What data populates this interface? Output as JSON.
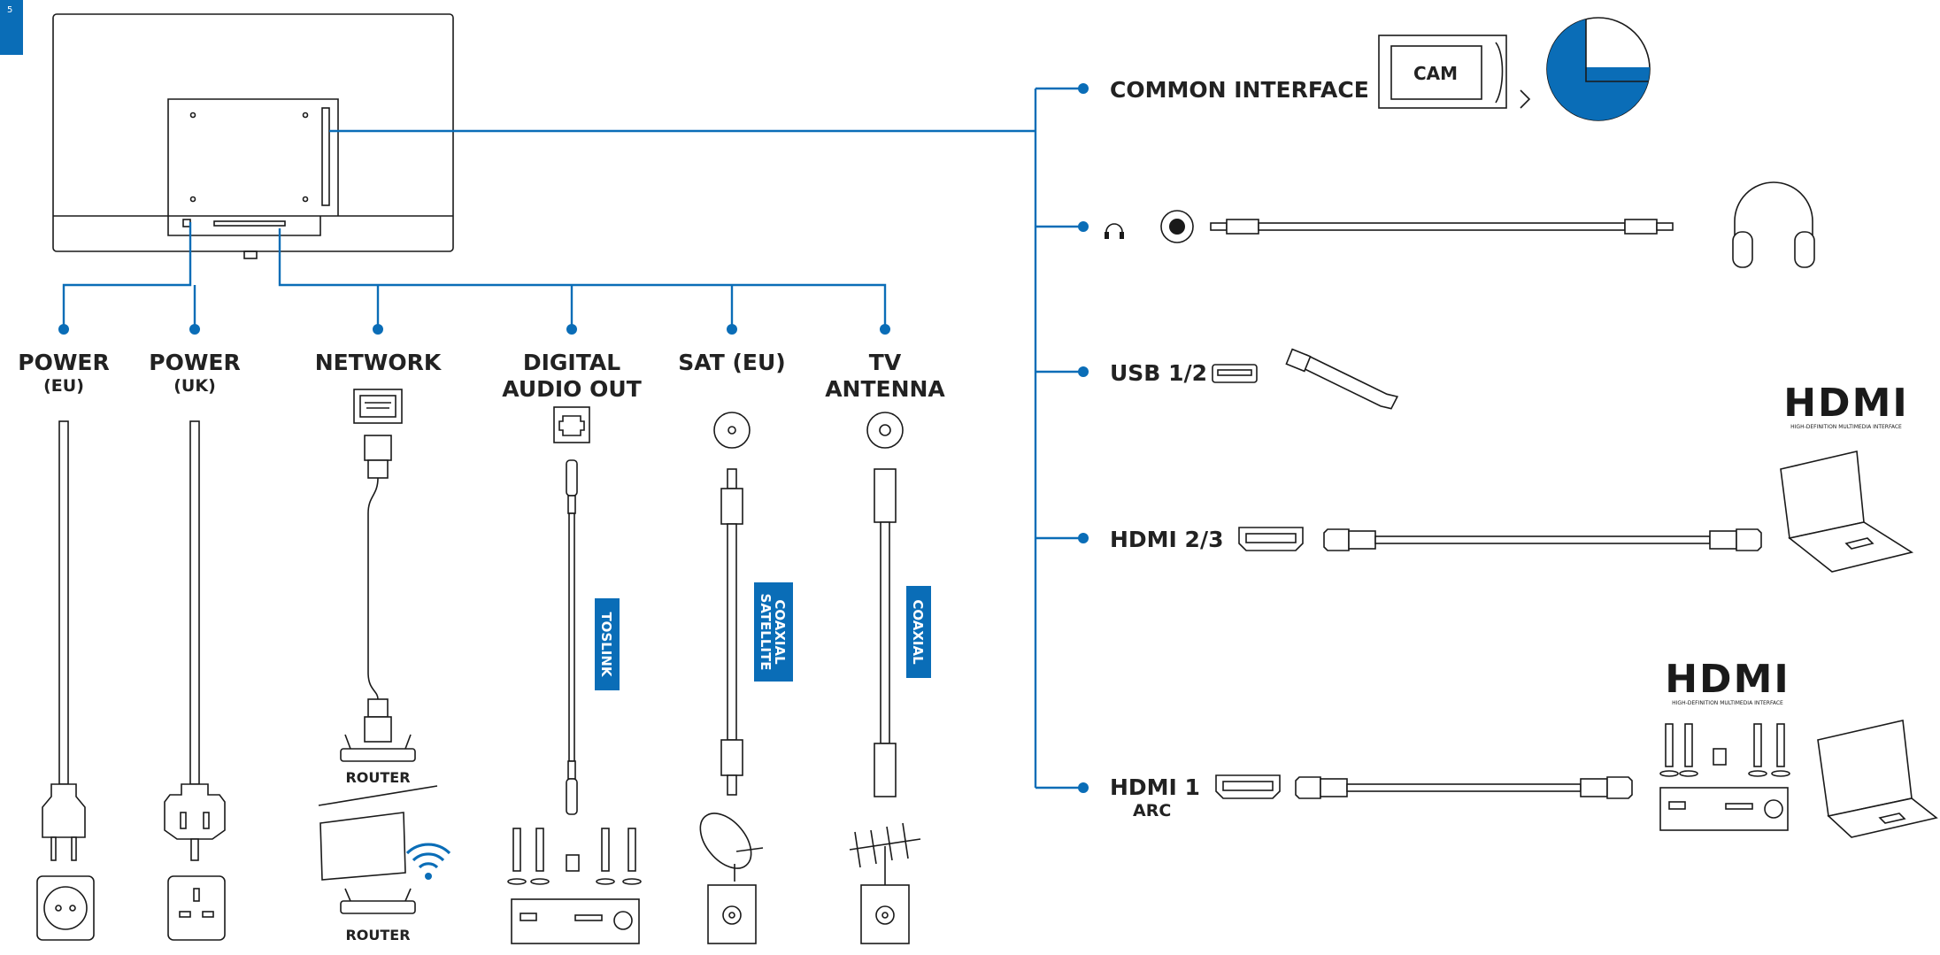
{
  "page_tab": {
    "text": "5"
  },
  "labels": {
    "power_eu": {
      "line1": "POWER",
      "line2": "(EU)"
    },
    "power_uk": {
      "line1": "POWER",
      "line2": "(UK)"
    },
    "network": {
      "line1": "NETWORK"
    },
    "digital_audio": {
      "line1": "DIGITAL",
      "line2": "AUDIO OUT"
    },
    "sat": {
      "line1": "SAT (EU)"
    },
    "tv_antenna": {
      "line1": "TV",
      "line2": "ANTENNA"
    },
    "common_interface": "COMMON INTERFACE",
    "usb": "USB 1/2",
    "hdmi23": "HDMI 2/3",
    "hdmi1": {
      "line1": "HDMI 1",
      "line2": "ARC"
    },
    "cam": "CAM",
    "router_wired": "ROUTER",
    "router_wifi": "ROUTER"
  },
  "cable_tags": {
    "toslink": "TOSLINK",
    "satellite_coaxial": {
      "line1": "SATELLITE",
      "line2": "COAXIAL"
    },
    "coaxial": "COAXIAL"
  },
  "logos": {
    "hdmi_top": {
      "mark": "HDMI",
      "tagline": "HIGH-DEFINITION MULTIMEDIA INTERFACE"
    },
    "hdmi_bottom": {
      "mark": "HDMI",
      "tagline": "HIGH-DEFINITION MULTIMEDIA INTERFACE"
    }
  },
  "colors": {
    "accent": "#0a6db7",
    "line": "#1a1a1a",
    "background": "#ffffff"
  },
  "icons": [
    "tv-back-icon",
    "plug-eu-icon",
    "plug-uk-icon",
    "socket-eu-icon",
    "socket-uk-icon",
    "ethernet-port-icon",
    "rj45-cable-icon",
    "router-icon",
    "wifi-icon",
    "optical-port-icon",
    "toslink-cable-icon",
    "coax-port-icon",
    "satellite-dish-icon",
    "antenna-icon",
    "wall-socket-icon",
    "soundbar-system-icon",
    "cam-module-icon",
    "headphone-jack-icon",
    "headphones-icon",
    "usb-port-icon",
    "usb-stick-icon",
    "hdmi-port-icon",
    "hdmi-cable-icon",
    "laptop-icon"
  ]
}
